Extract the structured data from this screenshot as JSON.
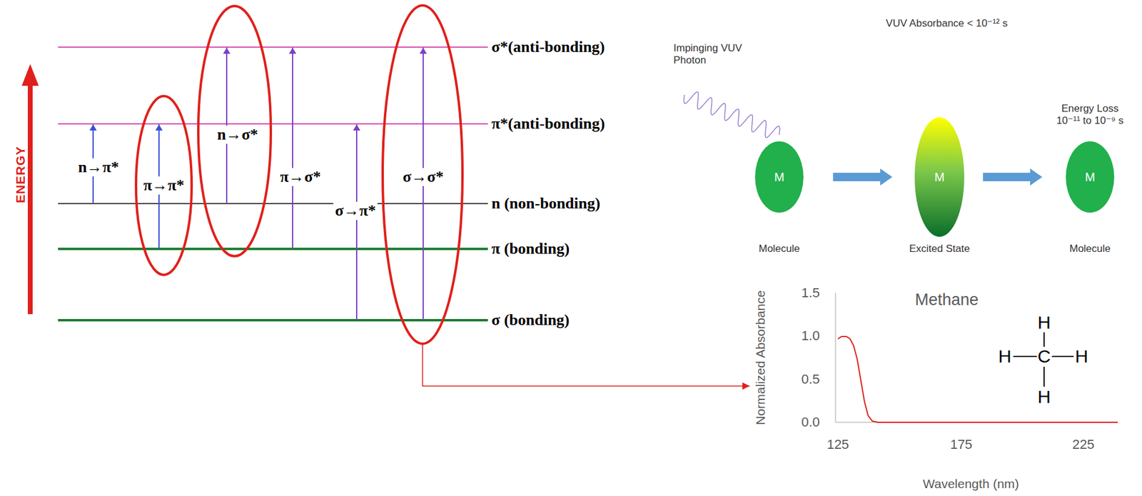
{
  "diagram": {
    "nodes": [
      {
        "text": [
          "M",
          "Molecule"
        ]
      },
      {
        "text": [
          "M",
          "Excited State"
        ]
      },
      {
        "text": [
          "M",
          "Molecule"
        ]
      }
    ],
    "edges": [
      {
        "from": 0,
        "to": 1,
        "arrow": "to"
      },
      {
        "from": 1,
        "to": 2,
        "arrow": "to"
      }
    ],
    "labels": [
      "σ*(anti-bonding)",
      "π*(anti-bonding)",
      "n (non-bonding)",
      "π (bonding)",
      "σ (bonding)",
      "ENERGY",
      "n→π*",
      "π→π*",
      "n→σ*",
      "π→σ*",
      "σ→π*",
      "σ→σ*",
      "VUV Absorbance < 10⁻¹² s",
      "Impinging VUV Photon",
      "Energy Loss 10⁻¹¹ to 10⁻⁹ s",
      "Methane",
      "1.5",
      "1.0",
      "0.5",
      "0.0",
      "125",
      "175",
      "225",
      "Normalized Absorbance",
      "Wavelength (nm)",
      "H",
      "H",
      "C",
      "H",
      "H"
    ]
  }
}
